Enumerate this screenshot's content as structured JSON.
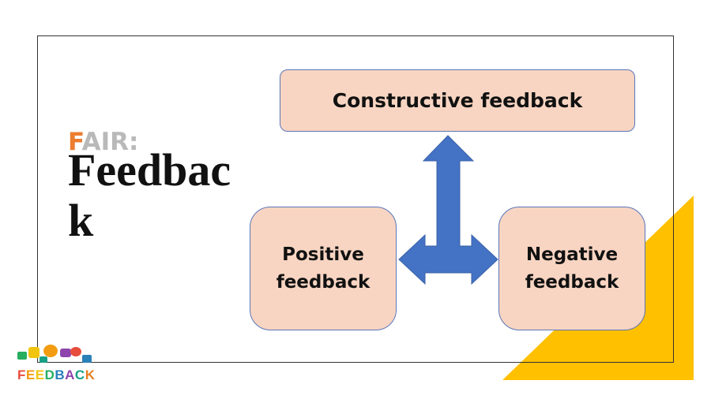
{
  "slide": {
    "title_prefix_letter": "F",
    "title_prefix_rest": "AIR:",
    "title_main": "Feedback"
  },
  "diagram": {
    "top_box": "Constructive feedback",
    "left_box_line1": "Positive",
    "left_box_line2": "feedback",
    "right_box_line1": "Negative",
    "right_box_line2": "feedback"
  },
  "logo": {
    "letters": [
      "F",
      "E",
      "E",
      "D",
      "B",
      "A",
      "C",
      "K"
    ],
    "letter_colors": [
      "#e74c3c",
      "#f39c12",
      "#f1c40f",
      "#27ae60",
      "#2980b9",
      "#8e44ad",
      "#16a085",
      "#e67e22"
    ]
  },
  "colors": {
    "box_fill": "#f8d5c2",
    "box_border": "#5b76b8",
    "arrow": "#4472c4",
    "accent_triangle": "#ffc000",
    "title_f": "#ed7d31",
    "title_rest": "#b9b9b9"
  }
}
